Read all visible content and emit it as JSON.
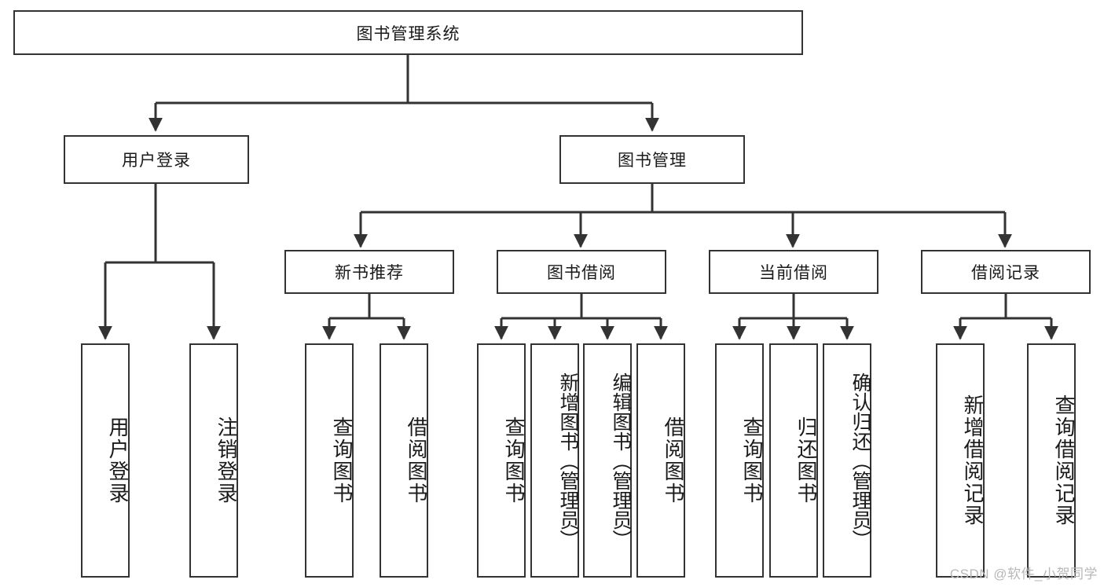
{
  "diagram": {
    "title": "图书管理系统",
    "type": "tree",
    "watermark": "CSDN @软件_小贺同学",
    "line_color": "#333333",
    "box_fill": "#ffffff",
    "text_color": "#1a1a1a",
    "nodes": {
      "root": {
        "label": "图书管理系统"
      },
      "level2": [
        {
          "id": "user-login",
          "label": "用户登录"
        },
        {
          "id": "book-manage",
          "label": "图书管理"
        }
      ],
      "level3": [
        {
          "id": "new-book-recommend",
          "label": "新书推荐"
        },
        {
          "id": "book-borrow",
          "label": "图书借阅"
        },
        {
          "id": "current-borrow",
          "label": "当前借阅"
        },
        {
          "id": "borrow-record",
          "label": "借阅记录"
        }
      ],
      "leaves": {
        "user_login": [
          {
            "id": "leaf-user-login",
            "label": "用户登录"
          },
          {
            "id": "leaf-user-logout",
            "label": "注销登录"
          }
        ],
        "new_book_recommend": [
          {
            "id": "leaf-query-book-1",
            "label": "查询图书"
          },
          {
            "id": "leaf-borrow-book-1",
            "label": "借阅图书"
          }
        ],
        "book_borrow": [
          {
            "id": "leaf-query-book-2",
            "label": "查询图书"
          },
          {
            "id": "leaf-add-book",
            "label": "新增图书（管理员）"
          },
          {
            "id": "leaf-edit-book",
            "label": "编辑图书（管理员）"
          },
          {
            "id": "leaf-borrow-book-2",
            "label": "借阅图书"
          }
        ],
        "current_borrow": [
          {
            "id": "leaf-query-book-3",
            "label": "查询图书"
          },
          {
            "id": "leaf-return-book",
            "label": "归还图书"
          },
          {
            "id": "leaf-confirm-return",
            "label": "确认归还（管理员）"
          }
        ],
        "borrow_record": [
          {
            "id": "leaf-add-record",
            "label": "新增借阅记录"
          },
          {
            "id": "leaf-query-record",
            "label": "查询借阅记录"
          }
        ]
      }
    }
  }
}
